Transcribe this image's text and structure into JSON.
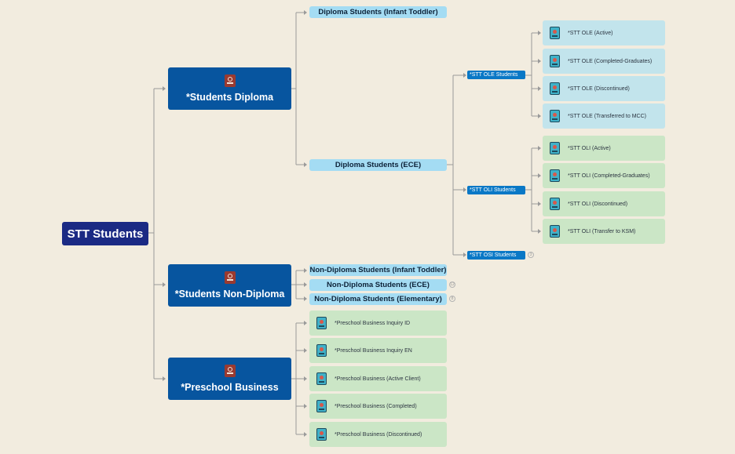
{
  "root": {
    "label": "STT Students"
  },
  "branches": {
    "diploma": {
      "label": "*Students Diploma",
      "icon": "notebook-icon"
    },
    "non_diploma": {
      "label": "*Students Non-Diploma",
      "icon": "notebook-icon"
    },
    "preschool": {
      "label": "*Preschool Business",
      "icon": "notebook-icon"
    }
  },
  "diploma_children": {
    "infant_toddler": "Diploma Students (Infant Toddler)",
    "ece": "Diploma Students (ECE)"
  },
  "ece_children": {
    "ole": "*STT OLE Students",
    "oli": "*STT OLI Students",
    "osi": "*STT OSI Students",
    "osi_badge": "3"
  },
  "ole_items": [
    "*STT OLE (Active)",
    "*STT OLE (Completed-Graduates)",
    "*STT OLE (Discontinued)",
    "*STT OLE (Transferred to MCC)"
  ],
  "oli_items": [
    "*STT OLI (Active)",
    "*STT OLI (Completed-Graduates)",
    "*STT OLI (Discontinued)",
    "*STT OLI (Transfer to KSM)"
  ],
  "non_diploma_children": {
    "infant_toddler": "Non-Diploma Students (Infant Toddler)",
    "ece": "Non-Diploma Students (ECE)",
    "ece_badge": "12",
    "elementary": "Non-Diploma Students (Elementary)",
    "elementary_badge": "8"
  },
  "preschool_items": [
    "*Preschool Business Inquiry ID",
    "*Preschool Business Inquiry EN",
    "*Preschool Business (Active Client)",
    "*Preschool Business (Completed)",
    "*Preschool Business (Discontinued)"
  ],
  "colors": {
    "background": "#f2ecdf",
    "root": "#1b2a84",
    "branch": "#07559f",
    "pill": "#a4dcf3",
    "tag": "#0a78c6",
    "card_blue": "#c2e4ec",
    "card_green": "#cbe6c6",
    "connector": "#9a9a9a"
  }
}
